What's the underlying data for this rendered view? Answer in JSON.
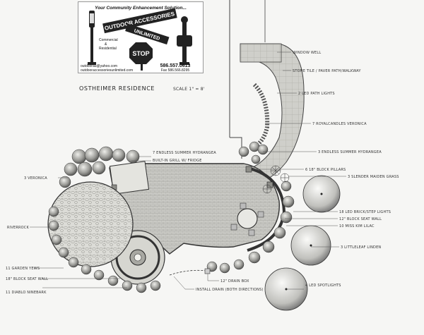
{
  "logo": {
    "tagline": "Your Community Enhancement Solution...",
    "brand_top": "OUTDOOR ACCESSORIES",
    "brand_bottom": "UNLIMITED",
    "segment_1": "Commercial",
    "segment_amp": "&",
    "segment_2": "Residential",
    "sign": "STOP",
    "email": "outdoorau@yahoo.com",
    "website": "outdooraccessoriesunlimited.com",
    "phone": "586.557.0613",
    "fax": "Fax 586.566.8295"
  },
  "plan": {
    "title": "OSTHEIMER RESIDENCE",
    "scale": "SCALE 1\" = 8'"
  },
  "labels": {
    "window_well": "WINDOW WELL",
    "stone_tile": "STONE TILE / PAVER PATH/WALKWAY",
    "path_lights": "2 LED PATH LIGHTS",
    "veronica": "7 ROYALCANDLES VERONICA",
    "hydrangea_right": "3 ENDLESS SUMMER HYDRANGEA",
    "pillars": "6 18\" BLOCK PILLARS",
    "maiden_grass": "3 SLENDER MAIDEN GRASS",
    "step_lights": "18 LED BRICK/STEP LIGHTS",
    "seat_wall_right": "12\" BLOCK SEAT WALL",
    "lilac": "10 MISS KIM LILAC",
    "linden": "3 LITTLELEAF LINDEN",
    "spotlights": "4 LED SPOTLIGHTS",
    "hydrangea_top": "7 ENDLESS SUMMER HYDRANGEA",
    "grill": "BUILT-IN GRILL W/ FRIDGE",
    "veronica_left": "3 VERONICA",
    "river_rock": "RIVERROCK",
    "yews": "11 GARDEN YEWS",
    "seat_wall_left": "18\" BLOCK SEAT WALL",
    "ninebark": "11 DIABLO NINEBARK",
    "drain_box": "12\" DRAIN BOX",
    "drain": "INSTALL DRAIN (BOTH DIRECTIONS)"
  }
}
